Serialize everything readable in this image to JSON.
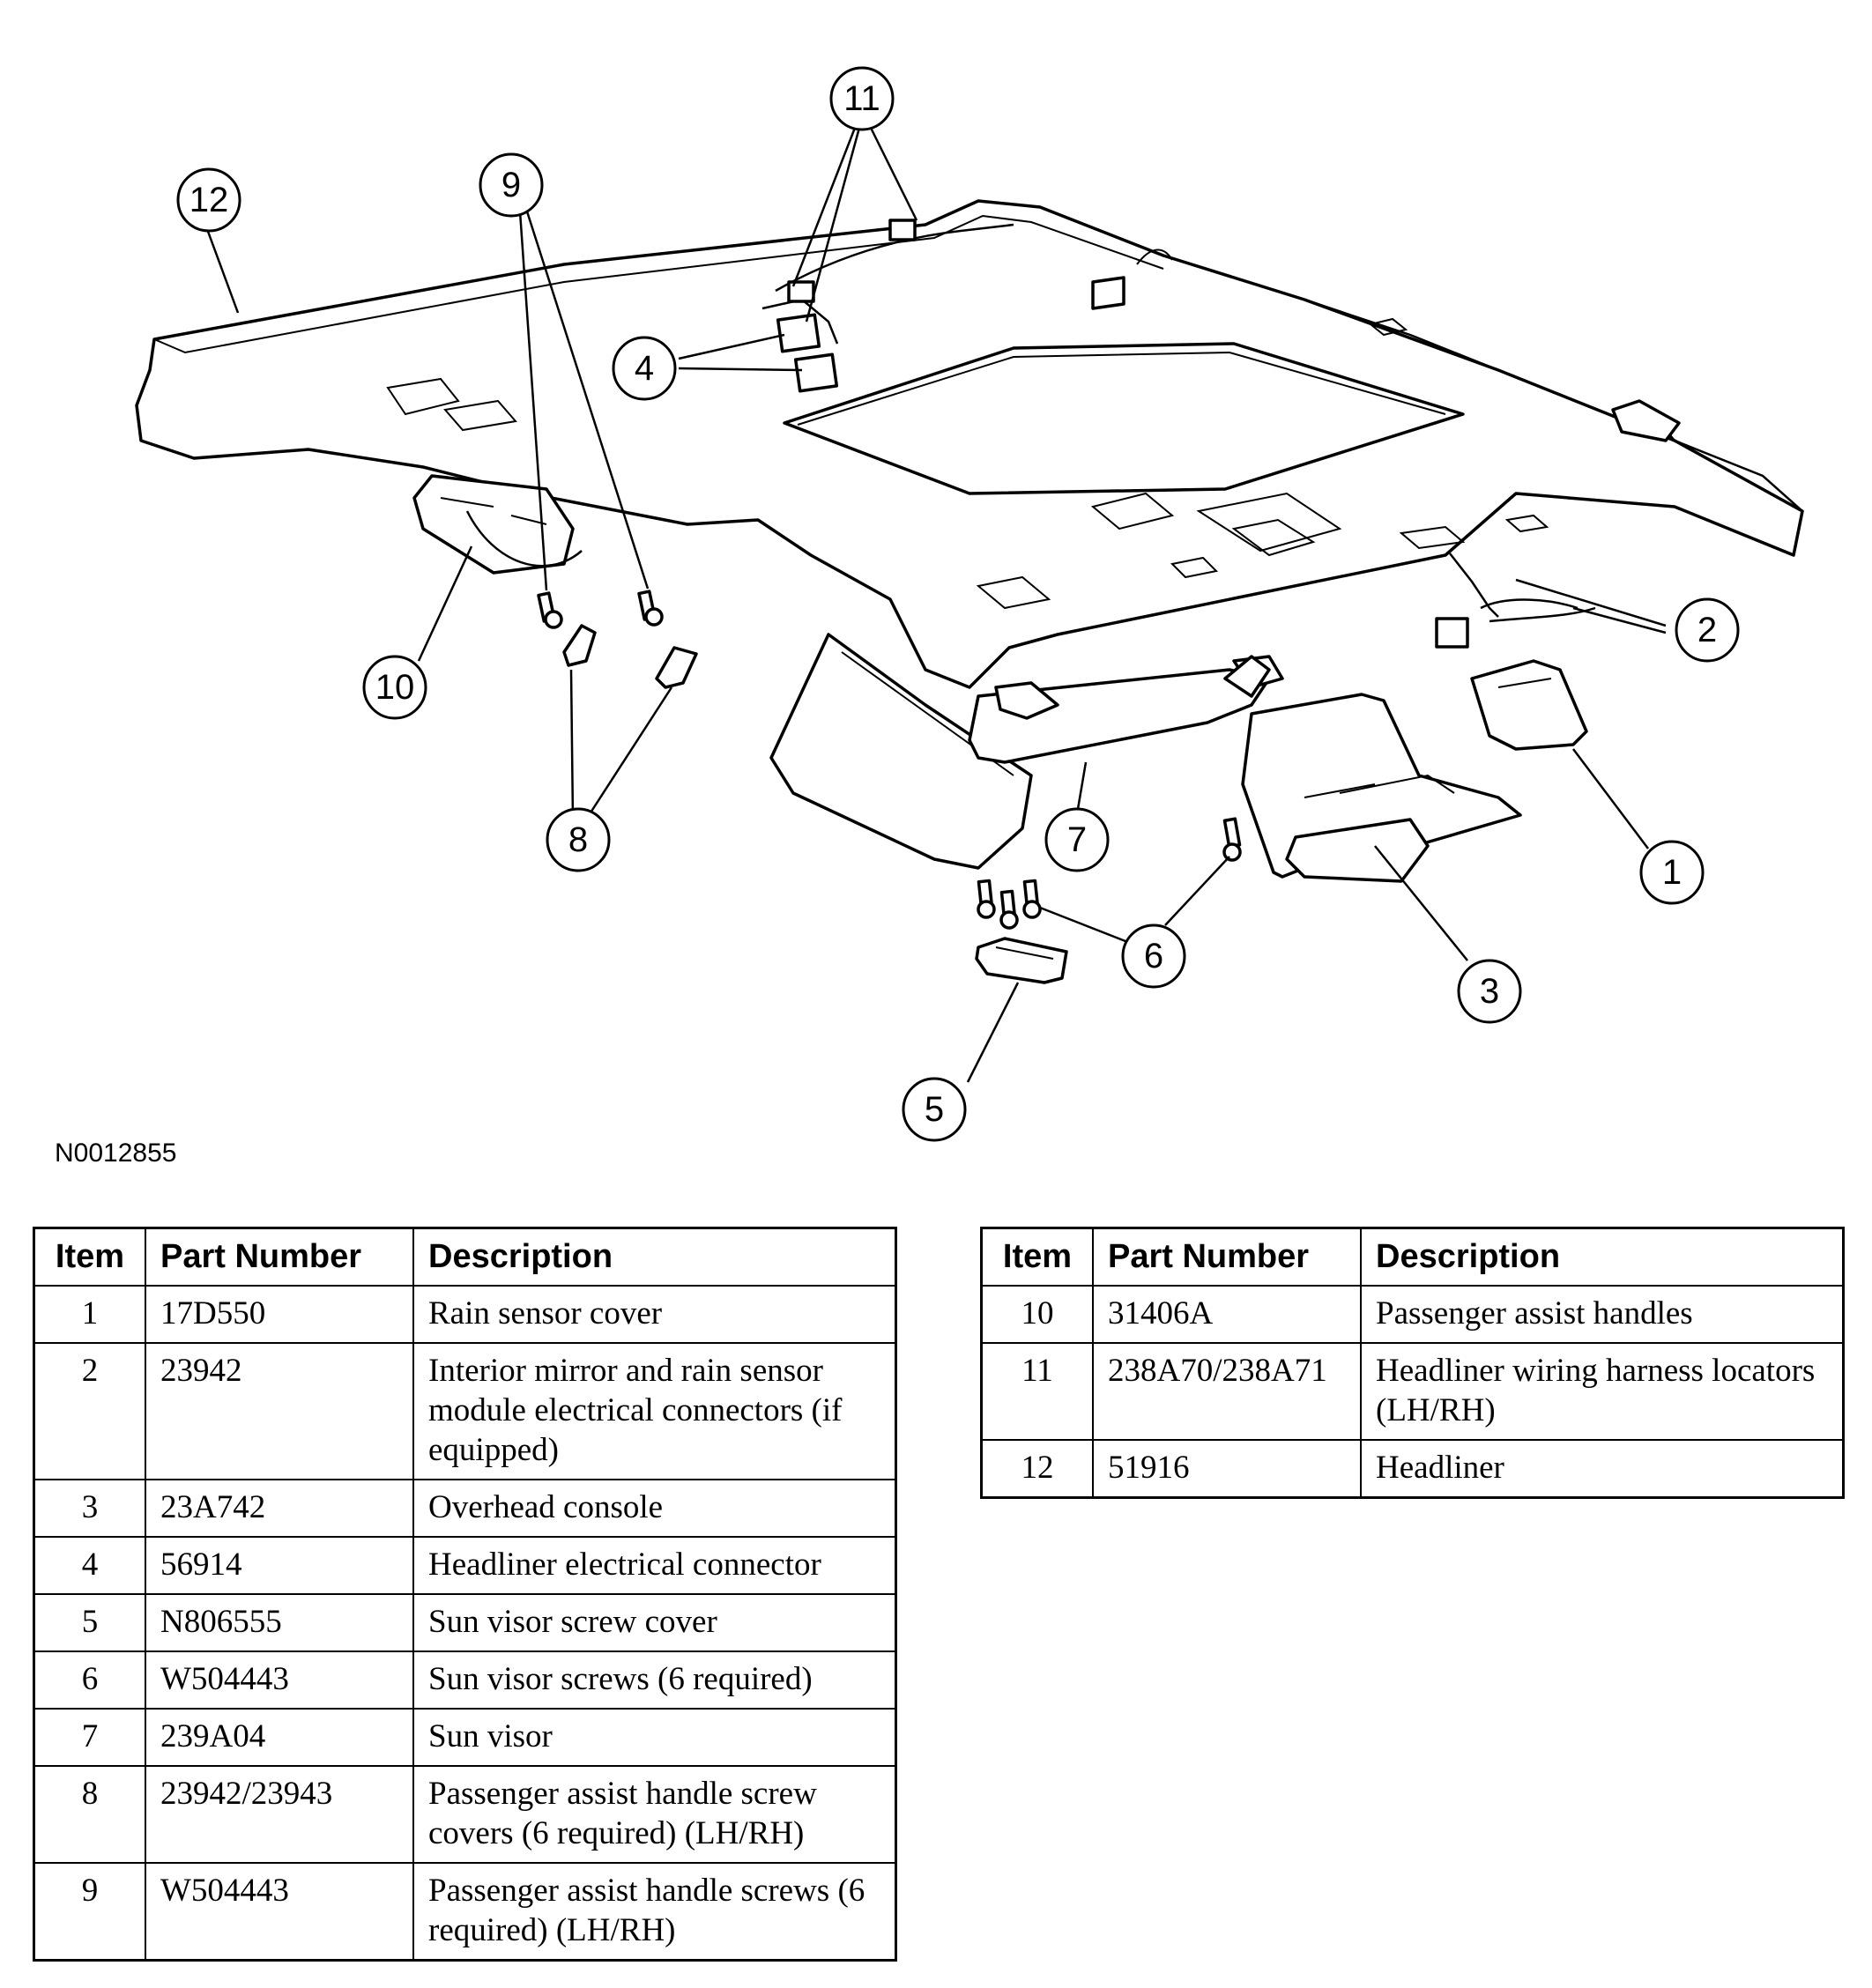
{
  "figure": {
    "id": "N0012855",
    "callouts": [
      "1",
      "2",
      "3",
      "4",
      "5",
      "6",
      "7",
      "8",
      "9",
      "10",
      "11",
      "12"
    ]
  },
  "table": {
    "headers": {
      "item": "Item",
      "part_number": "Part Number",
      "description": "Description"
    },
    "left": [
      {
        "item": "1",
        "part_number": "17D550",
        "description": "Rain sensor cover"
      },
      {
        "item": "2",
        "part_number": "23942",
        "description": "Interior mirror and rain sensor module electrical connectors (if equipped)"
      },
      {
        "item": "3",
        "part_number": "23A742",
        "description": "Overhead console"
      },
      {
        "item": "4",
        "part_number": "56914",
        "description": "Headliner electrical connector"
      },
      {
        "item": "5",
        "part_number": "N806555",
        "description": "Sun visor screw cover"
      },
      {
        "item": "6",
        "part_number": "W504443",
        "description": "Sun visor screws (6 required)"
      },
      {
        "item": "7",
        "part_number": "239A04",
        "description": "Sun visor"
      },
      {
        "item": "8",
        "part_number": "23942/23943",
        "description": "Passenger assist handle screw covers (6 required) (LH/RH)"
      },
      {
        "item": "9",
        "part_number": "W504443",
        "description": "Passenger assist handle screws (6 required) (LH/RH)"
      }
    ],
    "right": [
      {
        "item": "10",
        "part_number": "31406A",
        "description": "Passenger assist handles"
      },
      {
        "item": "11",
        "part_number": "238A70/238A71",
        "description": "Headliner wiring harness locators (LH/RH)"
      },
      {
        "item": "12",
        "part_number": "51916",
        "description": "Headliner"
      }
    ]
  }
}
